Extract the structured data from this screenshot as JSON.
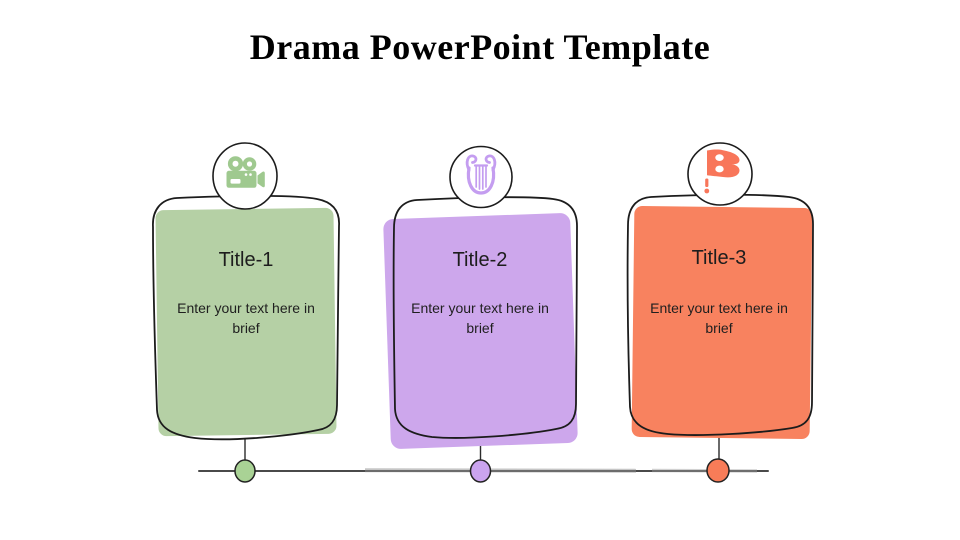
{
  "slide": {
    "title": "Drama PowerPoint Template"
  },
  "theme": {
    "ink": "#1c1c1c",
    "background": "#ffffff",
    "timeline_line": "#4a4a4a"
  },
  "cards": [
    {
      "title": "Title-1",
      "body": "Enter your text here in brief",
      "fill": "#b5d0a5",
      "accent": "#9fc98f",
      "dot": "#a9d295",
      "icon": "video-camera-icon"
    },
    {
      "title": "Title-2",
      "body": "Enter your text here in brief",
      "fill": "#cda7ec",
      "accent": "#c49df0",
      "dot": "#cba4ef",
      "icon": "lyre-icon"
    },
    {
      "title": "Title-3",
      "body": "Enter your text here in brief",
      "fill": "#f8825f",
      "accent": "#f8765a",
      "dot": "#f87c58",
      "icon": "mask-icon"
    }
  ]
}
